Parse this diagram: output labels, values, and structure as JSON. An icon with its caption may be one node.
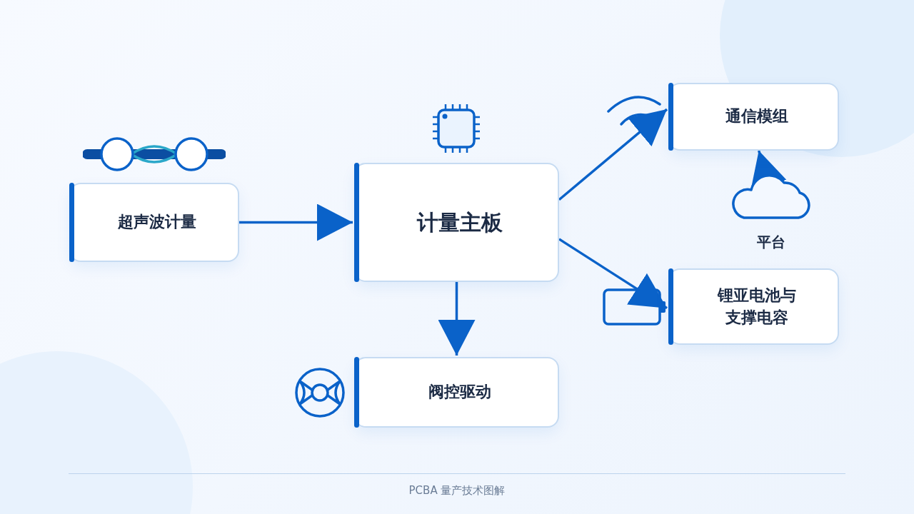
{
  "diagram": {
    "nodes": [
      {
        "text": [
          "超声波计量"
        ]
      },
      {
        "text": [
          "计量主板"
        ]
      },
      {
        "text": [
          "阀控驱动"
        ]
      },
      {
        "text": [
          "通信模组"
        ]
      },
      {
        "text": [
          "锂亚电池与支撑电容"
        ]
      },
      {
        "text": [
          "平台"
        ]
      }
    ],
    "edges": [
      {
        "from": 0,
        "to": 1,
        "arrow": "to"
      },
      {
        "from": 1,
        "to": 2,
        "arrow": "to"
      },
      {
        "from": 1,
        "to": 3,
        "arrow": "to"
      },
      {
        "from": 1,
        "to": 4,
        "arrow": "to"
      },
      {
        "from": 5,
        "to": 3,
        "arrow": "to"
      }
    ],
    "labels": [
      "PCBA 量产技术图解"
    ]
  }
}
